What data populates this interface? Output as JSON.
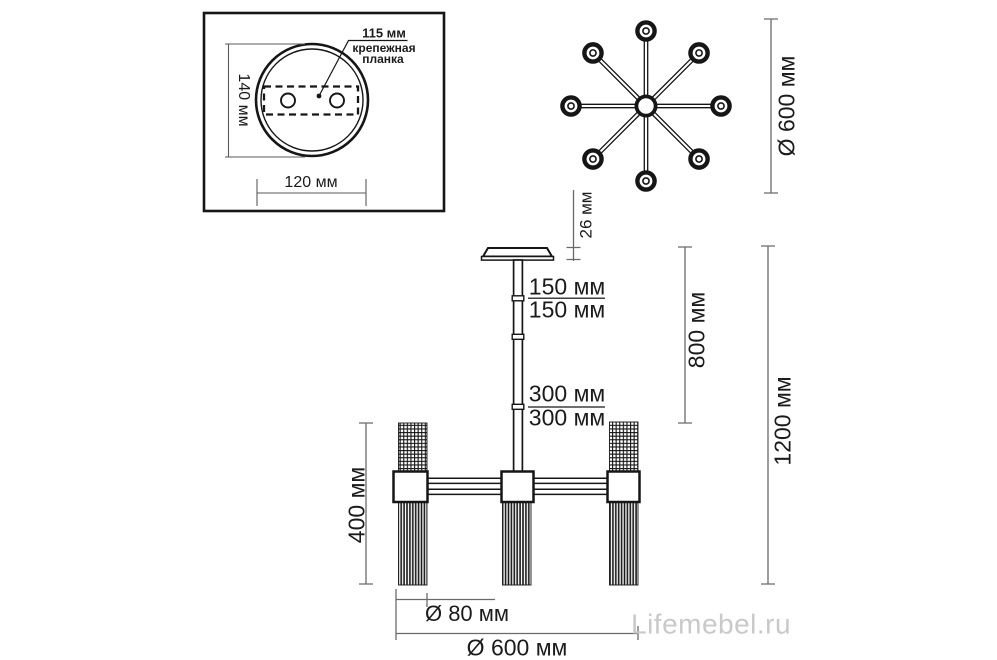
{
  "watermark": "Lifemebel.ru",
  "colors": {
    "ink": "#161616",
    "dimension_line": "#6a6a6a",
    "text": "#1b1b1b",
    "watermark": "#c9c9c9",
    "background": "#ffffff"
  },
  "detail_box": {
    "plate_width_label": "115 мм",
    "plate_name_line1": "крепежная",
    "plate_name_line2": "планка",
    "canopy_height_label": "140 мм",
    "canopy_width_label": "120 мм"
  },
  "top_view": {
    "diameter_label": "Ø 600 мм"
  },
  "front_view": {
    "canopy_thickness_label": "26 мм",
    "rod_upper_segment_a": "150 мм",
    "rod_upper_segment_b": "150 мм",
    "rod_lower_segment_a": "300 мм",
    "rod_lower_segment_b": "300 мм",
    "lamp_height_label": "400 мм",
    "body_height_label": "800 мм",
    "total_height_label": "1200 мм",
    "lamp_diameter_label": "Ø 80 мм",
    "total_diameter_label": "Ø 600 мм"
  }
}
